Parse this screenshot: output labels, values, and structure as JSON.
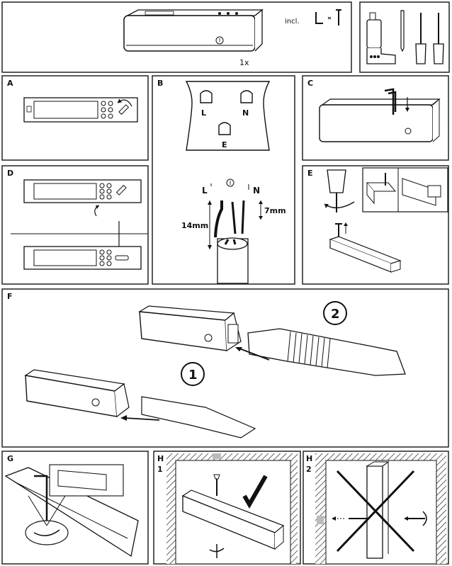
{
  "top": {
    "quantity": "1x",
    "included": "incl."
  },
  "panels": {
    "a": "A",
    "b": "B",
    "c": "C",
    "d": "D",
    "e": "E",
    "f": "F",
    "g": "G",
    "h1_letter": "H",
    "h1_num": "1",
    "h2_letter": "H",
    "h2_num": "2"
  },
  "wiring": {
    "socket_l": "L",
    "socket_n": "N",
    "socket_e": "E",
    "wire_l": "L",
    "wire_n": "N",
    "strip_long": "14mm",
    "strip_short": "7mm"
  },
  "steps": {
    "one": "1",
    "two": "2"
  }
}
